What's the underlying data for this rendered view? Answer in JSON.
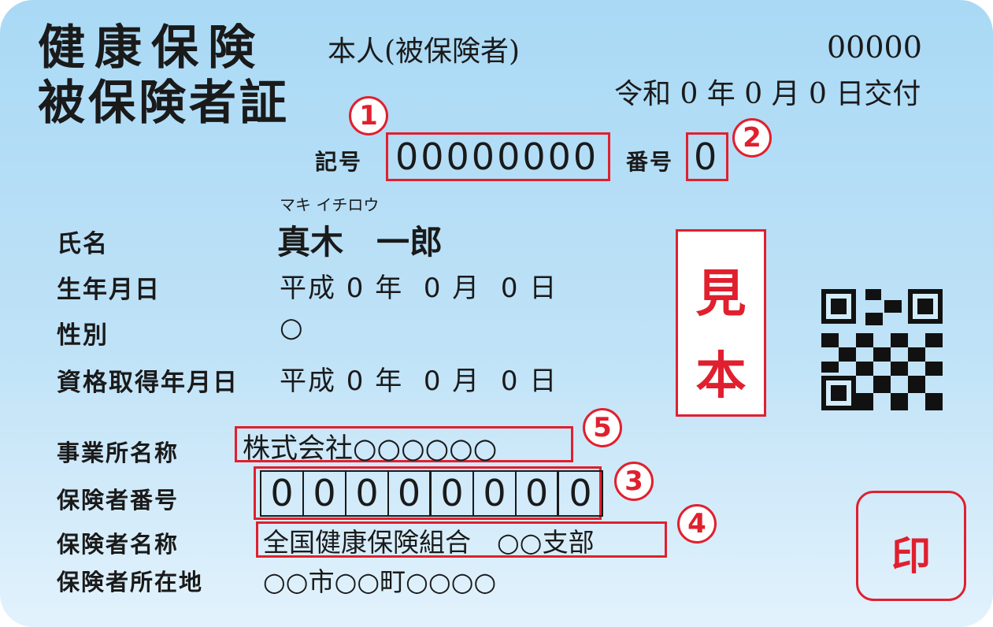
{
  "card": {
    "title_line1": "健康保険",
    "title_line2": "被保険者証",
    "holder_type": "本人(被保険者)",
    "card_number": "00000",
    "issue_date": "令和 0 年 0 月 0 日交付"
  },
  "symbol": {
    "label": "記号",
    "value": "00000000",
    "badge": "1"
  },
  "number": {
    "label": "番号",
    "value": "0",
    "badge": "2"
  },
  "name": {
    "label": "氏名",
    "furigana": "マキ イチロウ",
    "value": "真木　一郎"
  },
  "birth": {
    "label": "生年月日",
    "value": "平成 0 年  0 月  0 日"
  },
  "gender": {
    "label": "性別",
    "value": "○"
  },
  "qualification": {
    "label": "資格取得年月日",
    "value": "平成 0 年  0 月  0 日"
  },
  "employer": {
    "label": "事業所名称",
    "value": "株式会社○○○○○○",
    "badge": "5"
  },
  "insurer_number": {
    "label": "保険者番号",
    "digits": [
      "0",
      "0",
      "0",
      "0",
      "0",
      "0",
      "0",
      "0"
    ],
    "badge": "3"
  },
  "insurer_name": {
    "label": "保険者名称",
    "value": "全国健康保険組合　○○支部",
    "badge": "4"
  },
  "insurer_address": {
    "label": "保険者所在地",
    "value": "○○市○○町○○○○"
  },
  "sample_mark": {
    "char1": "見",
    "char2": "本"
  },
  "seal": {
    "text": "印"
  },
  "icons": {
    "qr": "qr-code-icon"
  },
  "colors": {
    "card_top": "#a9d9f5",
    "card_bottom": "#e2f2fc",
    "accent_red": "#e0202e"
  }
}
